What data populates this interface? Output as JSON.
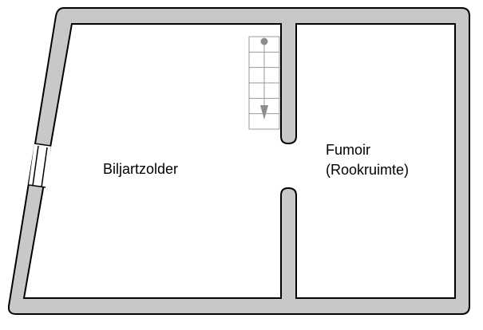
{
  "colors": {
    "wall_fill": "#c8c8c8",
    "wall_stroke": "#000000",
    "floor": "#ffffff",
    "stair_line": "#9a9a9a",
    "stair_marker": "#8c8c8c"
  },
  "rooms": [
    {
      "id": "biljartzolder",
      "lines": [
        "Biljartzolder"
      ]
    },
    {
      "id": "fumoir",
      "lines": [
        "Fumoir",
        "(Rookruimte)"
      ]
    }
  ],
  "stairs": {
    "steps": 6,
    "direction": "down"
  },
  "window": {
    "side": "left-wall"
  }
}
